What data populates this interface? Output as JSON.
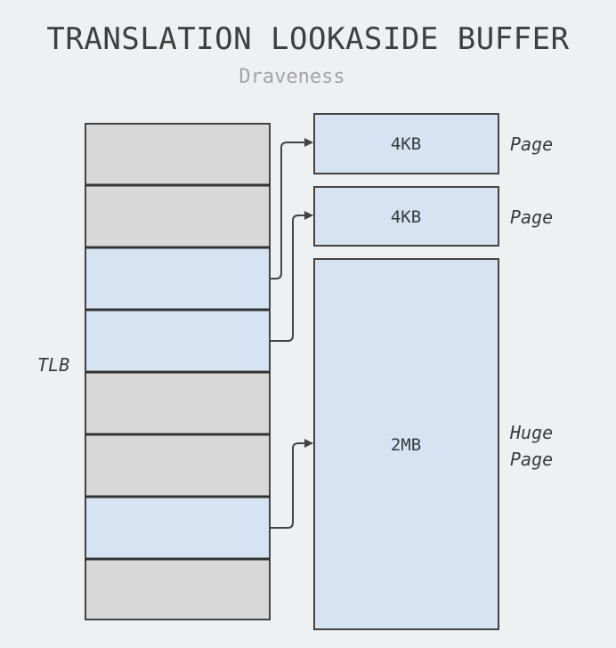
{
  "header": {
    "title": "TRANSLATION LOOKASIDE BUFFER",
    "subtitle": "Draveness"
  },
  "tlb": {
    "label": "TLB",
    "entries": [
      "empty",
      "empty",
      "mapped",
      "mapped",
      "empty",
      "empty",
      "mapped",
      "empty"
    ]
  },
  "pages": [
    {
      "size": "4KB",
      "label": "Page"
    },
    {
      "size": "4KB",
      "label": "Page"
    },
    {
      "size": "2MB",
      "label_line1": "Huge",
      "label_line2": "Page"
    }
  ],
  "colors": {
    "background": "#eff0f2",
    "empty_entry": "#d8d8d8",
    "mapped_entry": "#d6e3f2",
    "stroke": "#444444"
  }
}
